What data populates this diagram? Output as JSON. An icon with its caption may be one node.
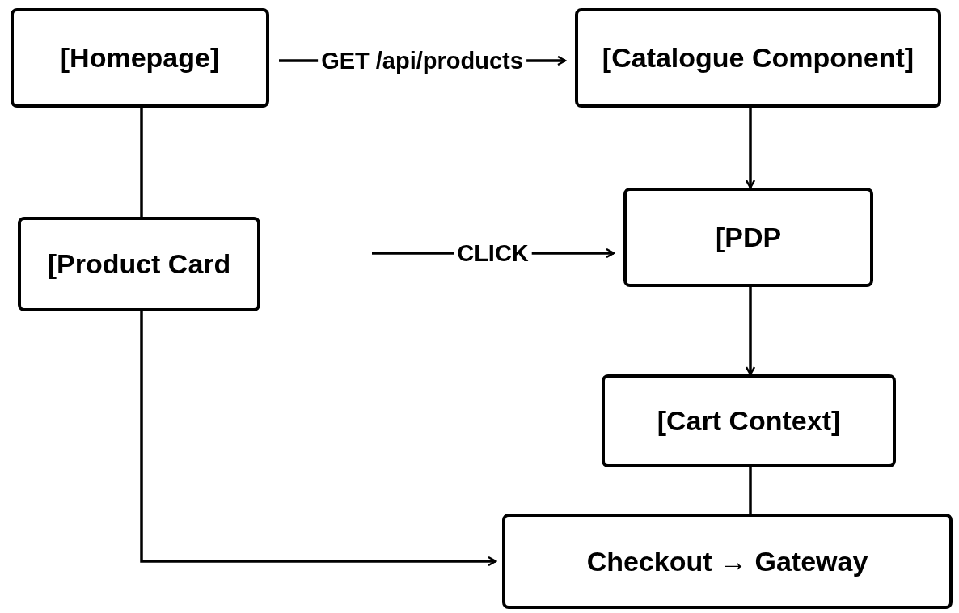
{
  "diagram": {
    "nodes": [
      {
        "text": [
          "[Homepage]"
        ]
      },
      {
        "text": [
          "[Catalogue Component]"
        ]
      },
      {
        "text": [
          "[Product Card"
        ]
      },
      {
        "text": [
          "[PDP"
        ]
      },
      {
        "text": [
          "[Cart Context]"
        ]
      },
      {
        "text": [
          "Checkout → Gateway"
        ]
      }
    ],
    "edges": [
      {
        "from": 0,
        "to": 1,
        "arrow": "to",
        "label": "GET /api/products"
      },
      {
        "from": 0,
        "to": 2,
        "arrow": "none"
      },
      {
        "from": 1,
        "to": 3,
        "arrow": "to"
      },
      {
        "from": null,
        "to": 3,
        "arrow": "to",
        "label": "CLICK"
      },
      {
        "from": 3,
        "to": 4,
        "arrow": "to"
      },
      {
        "from": 4,
        "to": 5,
        "arrow": "none"
      },
      {
        "from": 2,
        "to": 5,
        "arrow": "to"
      }
    ]
  }
}
